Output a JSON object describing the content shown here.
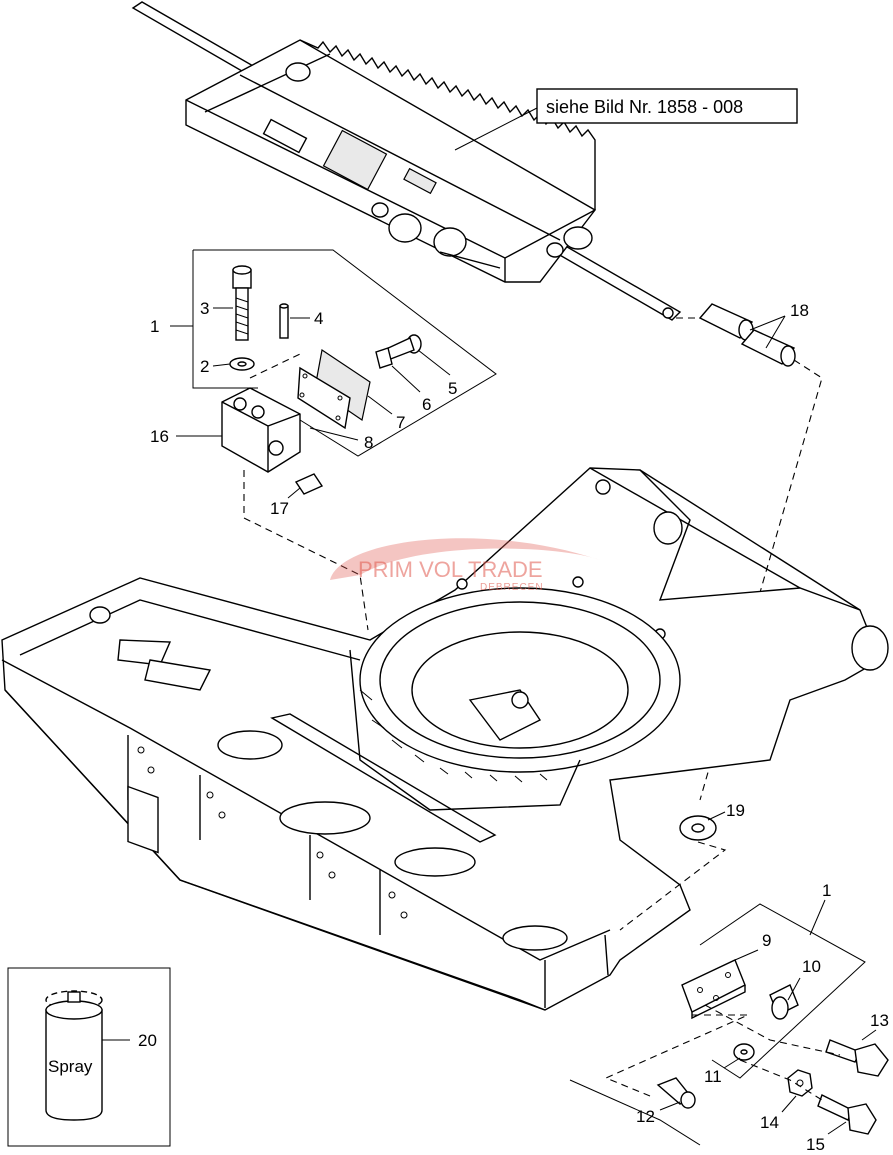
{
  "reference_box": {
    "text": "siehe Bild Nr. 1858 - 008"
  },
  "watermark": {
    "name": "PRIM VOL TRADE",
    "city": "DEBRECEN",
    "color": "#e05a4f"
  },
  "spray_label": "Spray",
  "part_labels": {
    "p1_top": "1",
    "p2": "2",
    "p3": "3",
    "p4": "4",
    "p5": "5",
    "p6": "6",
    "p7": "7",
    "p8": "8",
    "p16": "16",
    "p17": "17",
    "p18": "18",
    "p19": "19",
    "p1_bottom": "1",
    "p9": "9",
    "p10": "10",
    "p11": "11",
    "p12": "12",
    "p13": "13",
    "p14": "14",
    "p15": "15",
    "p20": "20"
  }
}
